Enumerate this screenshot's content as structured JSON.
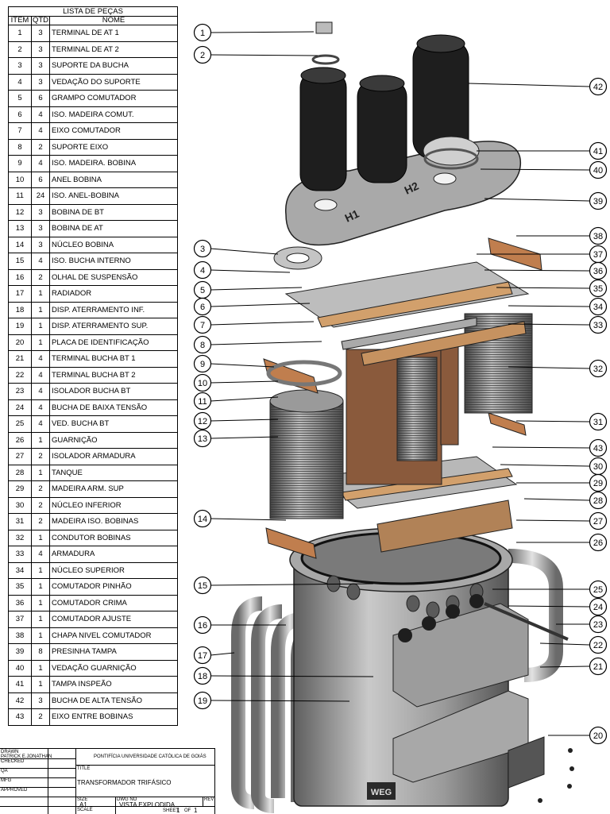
{
  "parts_list": {
    "title": "LISTA DE PEÇAS",
    "columns": [
      "ITEM",
      "QTD",
      "NOME"
    ],
    "rows": [
      [
        "1",
        "3",
        "TERMINAL DE AT 1"
      ],
      [
        "2",
        "3",
        "TERMINAL DE AT 2"
      ],
      [
        "3",
        "3",
        "SUPORTE DA BUCHA"
      ],
      [
        "4",
        "3",
        "VEDAÇÃO DO SUPORTE"
      ],
      [
        "5",
        "6",
        "GRAMPO COMUTADOR"
      ],
      [
        "6",
        "4",
        "ISO. MADEIRA COMUT."
      ],
      [
        "7",
        "4",
        "EIXO COMUTADOR"
      ],
      [
        "8",
        "2",
        "SUPORTE EIXO"
      ],
      [
        "9",
        "4",
        "ISO. MADEIRA. BOBINA"
      ],
      [
        "10",
        "6",
        "ANEL BOBINA"
      ],
      [
        "11",
        "24",
        "ISO. ANEL-BOBINA"
      ],
      [
        "12",
        "3",
        "BOBINA DE BT"
      ],
      [
        "13",
        "3",
        "BOBINA DE AT"
      ],
      [
        "14",
        "3",
        "NÚCLEO BOBINA"
      ],
      [
        "15",
        "4",
        "ISO. BUCHA INTERNO"
      ],
      [
        "16",
        "2",
        "OLHAL DE SUSPENSÃO"
      ],
      [
        "17",
        "1",
        "RADIADOR"
      ],
      [
        "18",
        "1",
        "DISP. ATERRAMENTO INF."
      ],
      [
        "19",
        "1",
        "DISP. ATERRAMENTO SUP."
      ],
      [
        "20",
        "1",
        "PLACA DE IDENTIFICAÇÃO"
      ],
      [
        "21",
        "4",
        "TERMINAL BUCHA BT 1"
      ],
      [
        "22",
        "4",
        "TERMINAL BUCHA BT 2"
      ],
      [
        "23",
        "4",
        "ISOLADOR BUCHA BT"
      ],
      [
        "24",
        "4",
        "BUCHA DE BAIXA TENSÃO"
      ],
      [
        "25",
        "4",
        "VED. BUCHA BT"
      ],
      [
        "26",
        "1",
        "GUARNIÇÃO"
      ],
      [
        "27",
        "2",
        "ISOLADOR ARMADURA"
      ],
      [
        "28",
        "1",
        "TANQUE"
      ],
      [
        "29",
        "2",
        "MADEIRA ARM. SUP"
      ],
      [
        "30",
        "2",
        "NÚCLEO INFERIOR"
      ],
      [
        "31",
        "2",
        "MADEIRA ISO. BOBINAS"
      ],
      [
        "32",
        "1",
        "CONDUTOR BOBINAS"
      ],
      [
        "33",
        "4",
        "ARMADURA"
      ],
      [
        "34",
        "1",
        "NÚCLEO SUPERIOR"
      ],
      [
        "35",
        "1",
        "COMUTADOR PINHÃO"
      ],
      [
        "36",
        "1",
        "COMUTADOR CRIMA"
      ],
      [
        "37",
        "1",
        "COMUTADOR AJUSTE"
      ],
      [
        "38",
        "1",
        "CHAPA NIVEL COMUTADOR"
      ],
      [
        "39",
        "8",
        "PRESINHA TAMPA"
      ],
      [
        "40",
        "1",
        "VEDAÇÃO GUARNIÇÃO"
      ],
      [
        "41",
        "1",
        "TAMPA INSPEÃO"
      ],
      [
        "42",
        "3",
        "BUCHA DE ALTA TENSÃO"
      ],
      [
        "43",
        "2",
        "EIXO ENTRE BOBINAS"
      ]
    ]
  },
  "drawing": {
    "left_balloons": [
      "1",
      "2",
      "3",
      "4",
      "5",
      "6",
      "7",
      "8",
      "9",
      "10",
      "11",
      "12",
      "13",
      "14",
      "15",
      "16",
      "17",
      "18",
      "19"
    ],
    "right_balloons": [
      "42",
      "41",
      "40",
      "39",
      "38",
      "37",
      "36",
      "35",
      "34",
      "33",
      "32",
      "31",
      "43",
      "30",
      "29",
      "28",
      "27",
      "26",
      "25",
      "24",
      "23",
      "22",
      "21",
      "20"
    ],
    "lid_labels": [
      "H1",
      "H2"
    ],
    "nameplate_logo": "WEG",
    "colors": {
      "steel": "#a9a9a9",
      "steel_dark": "#6e6e6e",
      "bushing": "#1e1e1e",
      "wood": "#c07e4e",
      "coil_copper": "#8a5a3c",
      "coil_steel": "#8e8e8e"
    }
  },
  "title_block": {
    "drawn_label": "DRAWN",
    "drawn_by": "PATRICK E.JONATHAN",
    "checked_label": "CHECKED",
    "qa_label": "QA",
    "mfg_label": "MFG",
    "approved_label": "APPROVED",
    "institution": "PONTIFÍCIA UNIVERSIDADE CATÓLICA DE GOIÁS",
    "title_label": "TITLE",
    "title": "TRANSFORMADOR TRIFÁSICO",
    "size_label": "SIZE",
    "size": "A1",
    "dwg_no_label": "DWG NO",
    "dwg_no": "VISTA EXPLODIDA",
    "rev_label": "REV",
    "scale_label": "SCALE",
    "sheet_label": "SHEET",
    "sheet_no": "1",
    "of_label": "OF",
    "sheet_total": "1"
  }
}
